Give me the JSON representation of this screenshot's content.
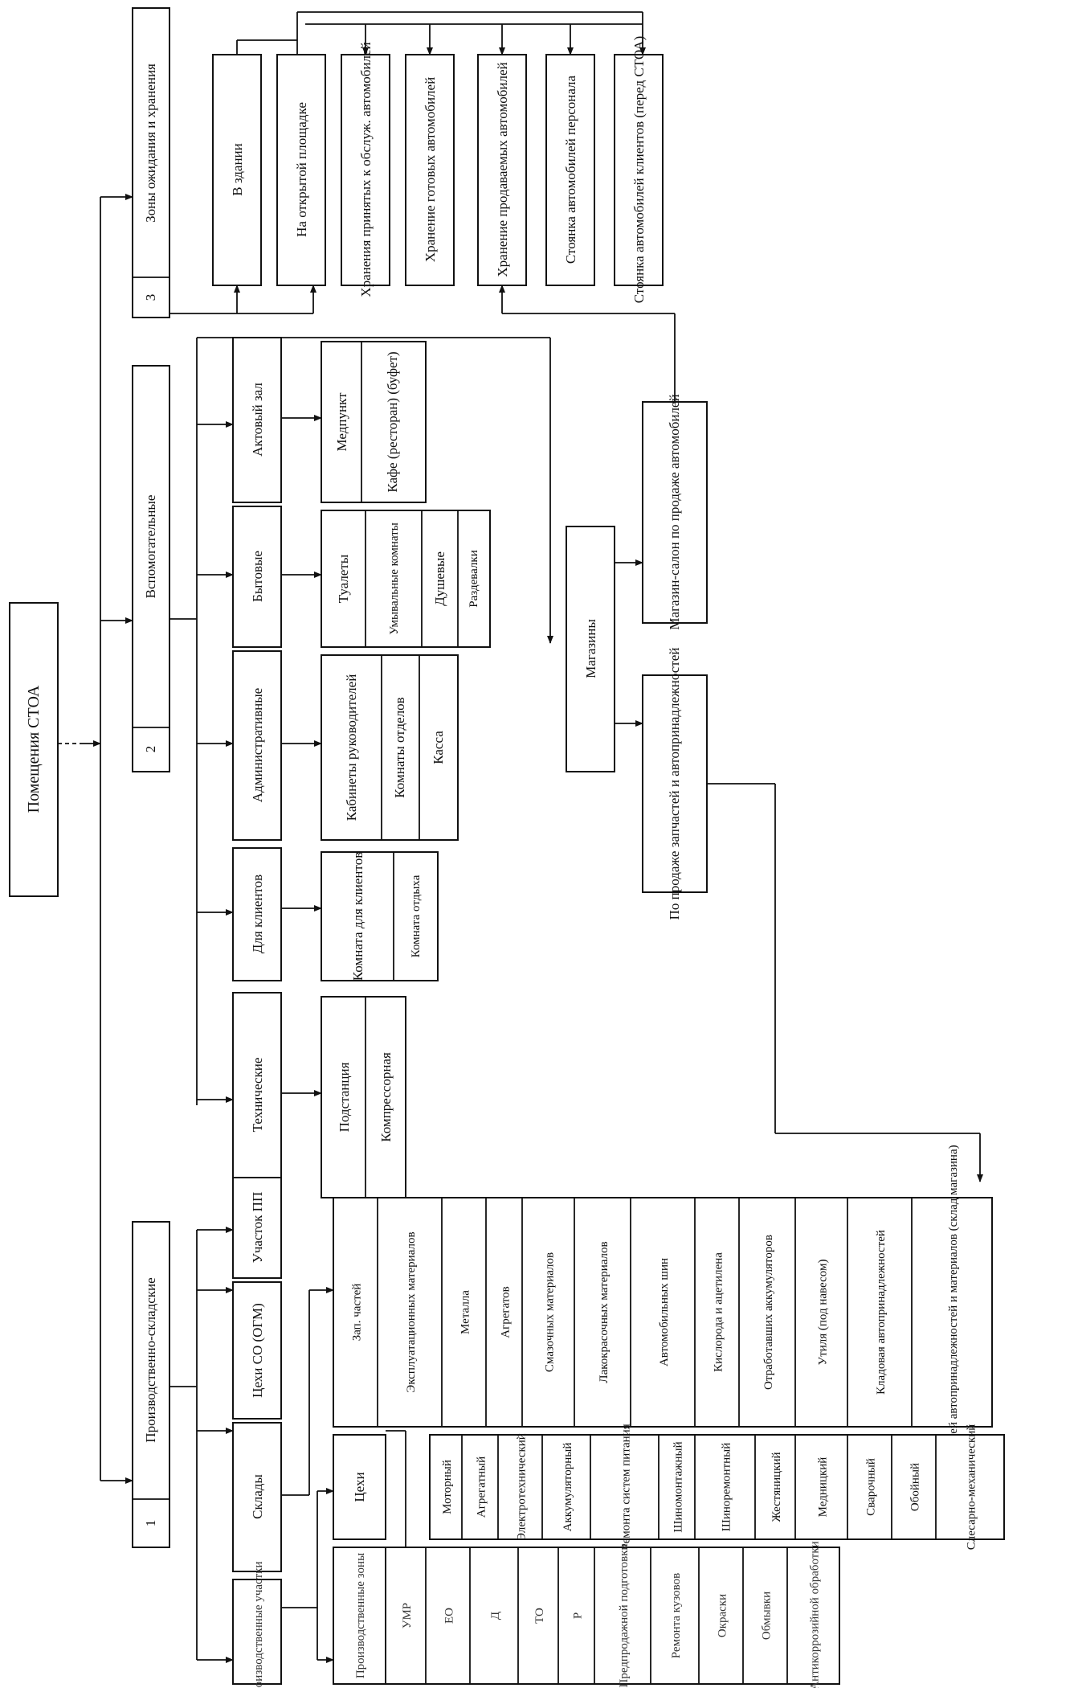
{
  "diagram": {
    "root": "Помещения СТОА",
    "categories": [
      {
        "num": "3",
        "title": "Зоны ожидания и хранения"
      },
      {
        "num": "2",
        "title": "Вспомогательные"
      },
      {
        "num": "1",
        "title": "Производственно-складские"
      }
    ],
    "storage": {
      "types": [
        "В здании",
        "На открытой площадке"
      ],
      "items": [
        "Хранения принятых к обслуж. автомобилей",
        "Хранение готовых автомобилей",
        "Хранение продаваемых автомобилей",
        "Стоянка автомобилей персонала",
        "Стоянка автомобилей клиентов (перед СТОА)"
      ]
    },
    "auxiliary": {
      "groups": [
        {
          "title": "Технические",
          "items": [
            "Подстанция",
            "Компрессорная"
          ]
        },
        {
          "title": "Для клиентов",
          "items": [
            "Комната для клиентов",
            "Комната отдыха"
          ]
        },
        {
          "title": "Административные",
          "items": [
            "Кабинеты руководителей",
            "Комнаты отделов",
            "Касса"
          ]
        },
        {
          "title": "Бытовые",
          "items": [
            "Туалеты",
            "Умывальные комнаты",
            "Душевые",
            "Раздевалки"
          ]
        },
        {
          "title": "Актовый зал",
          "items": [
            "Медпункт",
            "Кафе (ресторан) (буфет)"
          ]
        }
      ]
    },
    "shops": {
      "title": "Магазины",
      "salon": "Магазин-салон по продаже автомобилей",
      "parts": "По продаже запчастей и автопринадлежностей"
    },
    "production": {
      "groups": [
        "Производственные участки",
        "Склады",
        "Цехи СО (ОГМ)",
        "Участок ПП"
      ],
      "warehouses": [
        "Зап. частей",
        "Эксплуатационных материалов",
        "Металла",
        "Агрегатов",
        "Смазочных материалов",
        "Лакокрасочных материалов",
        "Автомобильных шин",
        "Кислорода и ацетилена",
        "Отработавших аккумуляторов",
        "Утиля (под навесом)",
        "Кладовая автопринадлежностей",
        "Зап. частей автопринадлежностей и материалов (склад магазина)"
      ],
      "workshops_title": "Цехи",
      "workshops": [
        "Моторный",
        "Агрегатный",
        "Электротехнический",
        "Аккумуляторный",
        "Ремонта систем питания",
        "Шиномонтажный",
        "Шиноремонтный",
        "Жестяницкий",
        "Медницкий",
        "Сварочный",
        "Обойный",
        "Слесарно-механический"
      ],
      "zones_title": "Производственные зоны",
      "zones": [
        "УМР",
        "ЕО",
        "Д",
        "ТО",
        "Р",
        "Предпродажной подготовки",
        "Ремонта кузовов",
        "Окраски",
        "Обмывки",
        "Антикоррозийной обработки"
      ]
    }
  }
}
